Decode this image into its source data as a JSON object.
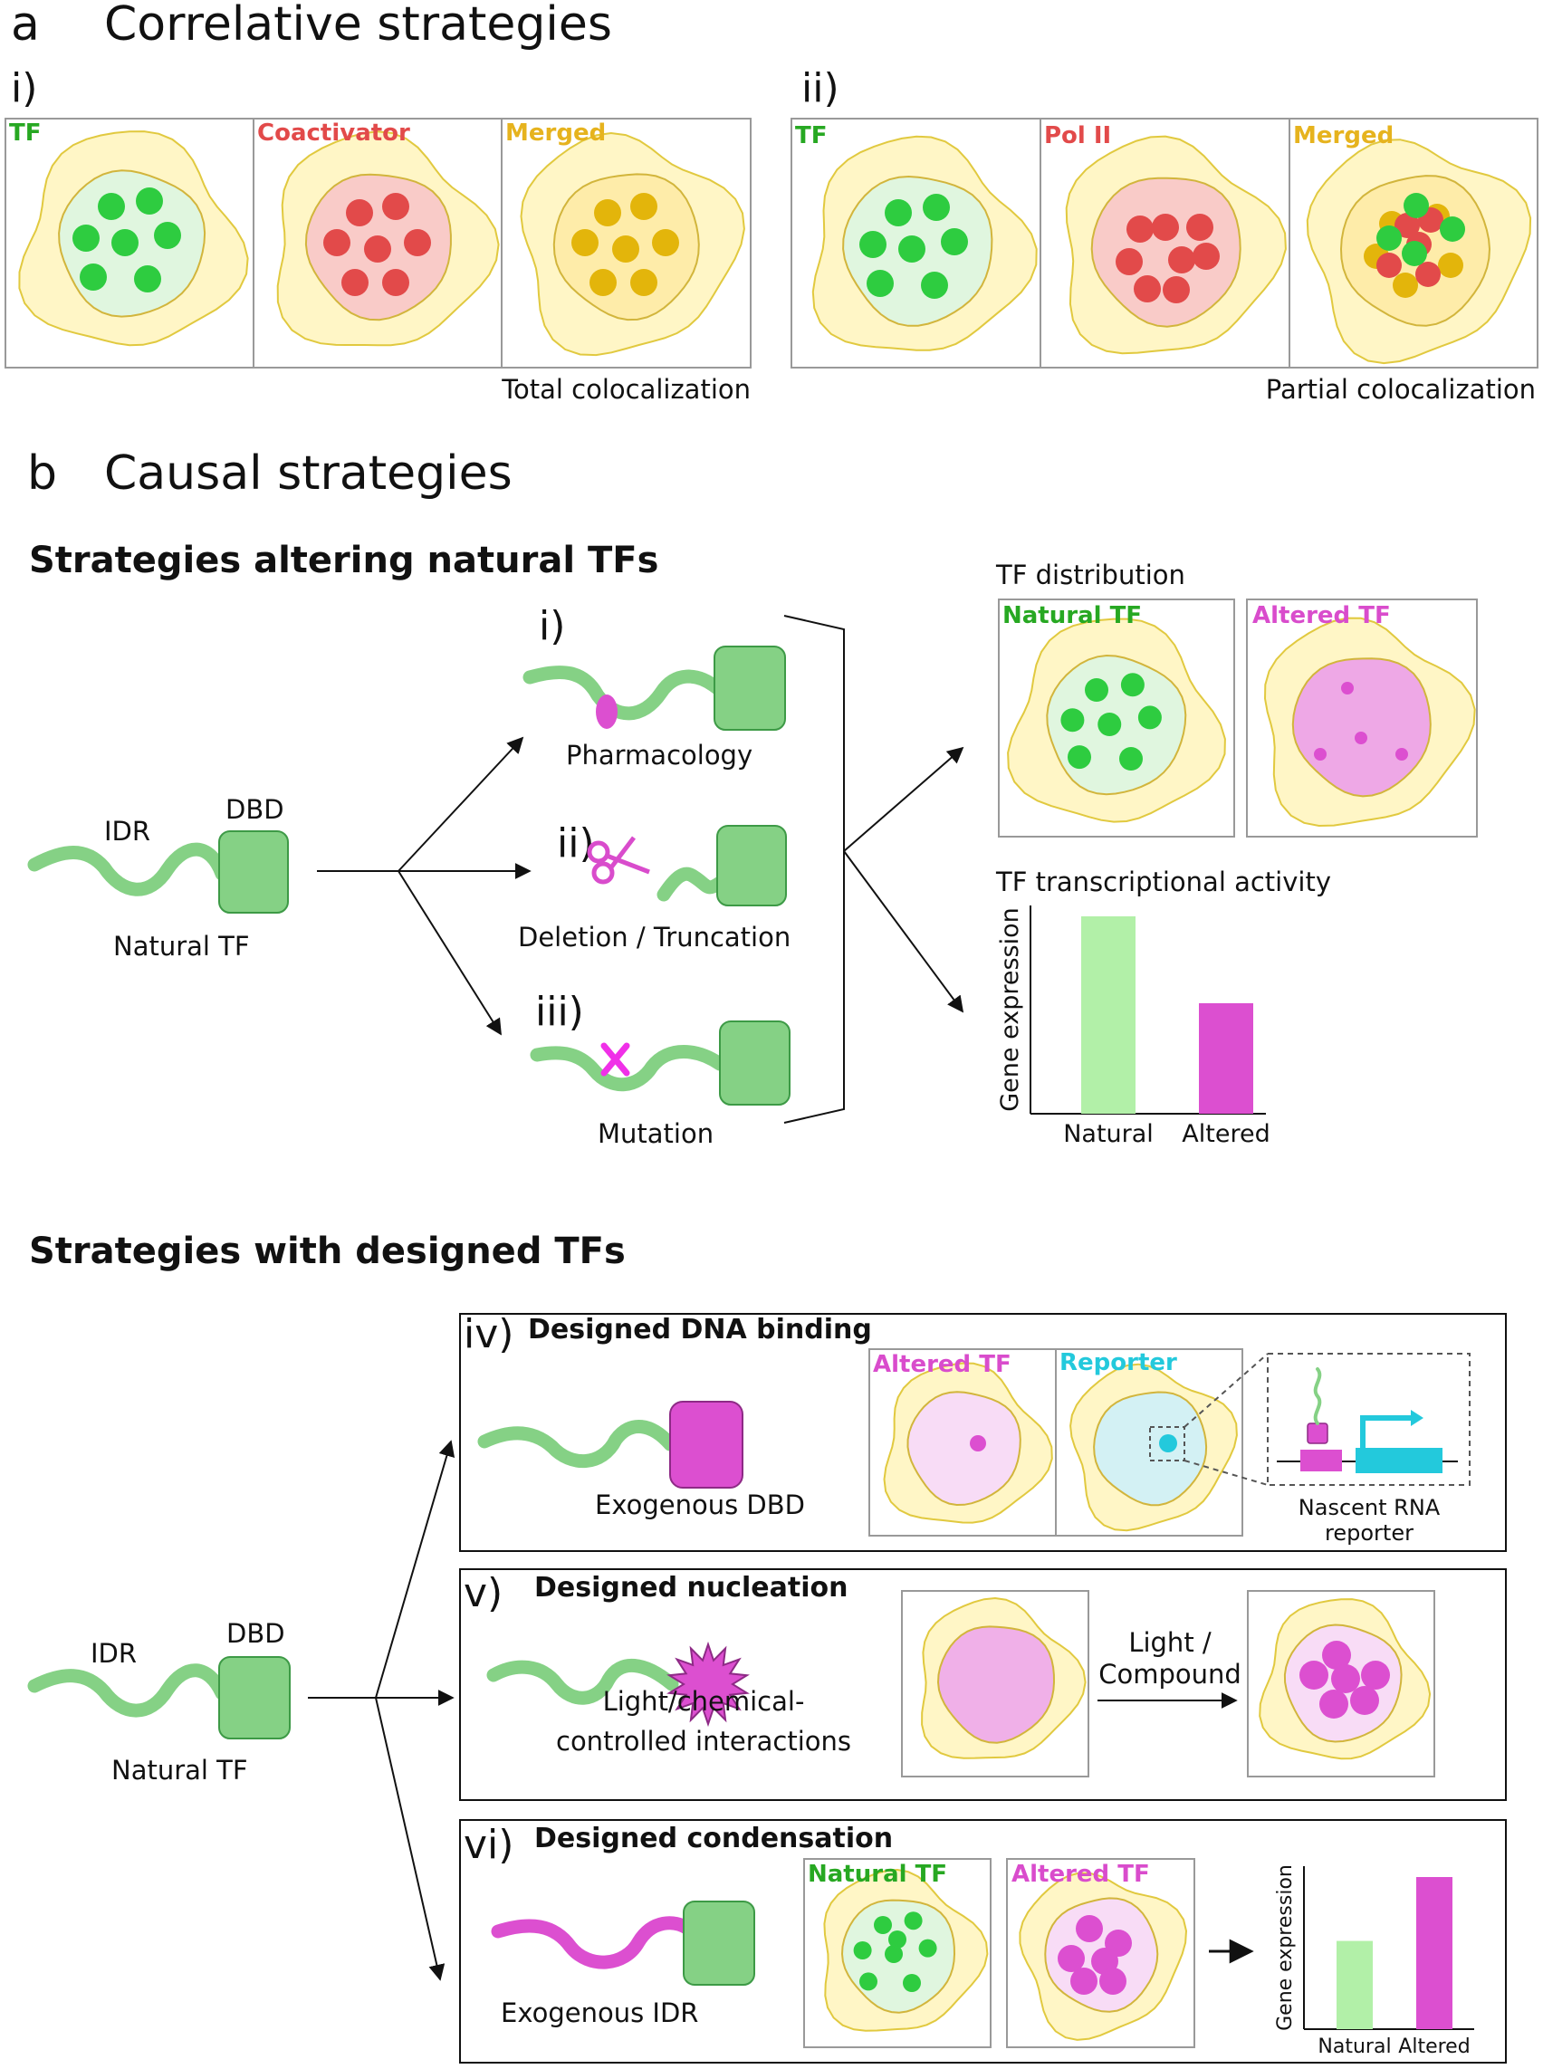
{
  "colors": {
    "green": "#2ecc40",
    "green_text": "#27a822",
    "red": "#e24a4a",
    "red_text": "#e24a4a",
    "yellow": "#e3b50b",
    "yellow_text": "#e6b31e",
    "magenta": "#dc4fd0",
    "magenta_text": "#d94ccc",
    "cyan": "#23c9dc",
    "cell_fill": "#fff6c6",
    "cell_stroke": "#e1c93f",
    "tf_green": "#85d185"
  },
  "section_a": {
    "letter": "a",
    "title": "Correlative strategies",
    "panel_i": {
      "roman": "i)",
      "labels": [
        "TF",
        "Coactivator",
        "Merged"
      ],
      "caption": "Total colocalization"
    },
    "panel_ii": {
      "roman": "ii)",
      "labels": [
        "TF",
        "Pol II",
        "Merged"
      ],
      "caption": "Partial colocalization"
    }
  },
  "section_b": {
    "letter": "b",
    "title": "Causal strategies",
    "natural": {
      "heading": "Strategies altering natural TFs",
      "idr": "IDR",
      "dbd": "DBD",
      "tf_label": "Natural TF",
      "i_roman": "i)",
      "i_label": "Pharmacology",
      "ii_roman": "ii)",
      "ii_label": "Deletion / Truncation",
      "iii_roman": "iii)",
      "iii_label": "Mutation",
      "dist_title": "TF distribution",
      "natural_tf": "Natural TF",
      "altered_tf": "Altered TF",
      "activity_title": "TF transcriptional activity",
      "ylabel": "Gene expression",
      "categories": [
        "Natural",
        "Altered"
      ]
    },
    "designed": {
      "heading": "Strategies with designed TFs",
      "idr": "IDR",
      "dbd": "DBD",
      "tf_label": "Natural TF",
      "iv_roman": "iv)",
      "iv_title": "Designed DNA binding",
      "iv_label": "Exogenous DBD",
      "iv_altered": "Altered TF",
      "iv_reporter": "Reporter",
      "iv_nascent": "Nascent RNA",
      "iv_nascent2": "reporter",
      "v_roman": "v)",
      "v_title": "Designed nucleation",
      "v_label1": "Light/chemical-",
      "v_label2": "controlled interactions",
      "v_arrow1": "Light /",
      "v_arrow2": "Compound",
      "vi_roman": "vi)",
      "vi_title": "Designed condensation",
      "vi_label": "Exogenous IDR",
      "vi_natural": "Natural TF",
      "vi_altered": "Altered TF",
      "vi_ylabel": "Gene expression",
      "vi_categories": [
        "Natural",
        "Altered"
      ]
    }
  },
  "chart_data": [
    {
      "type": "bar",
      "title": "TF transcriptional activity",
      "categories": [
        "Natural",
        "Altered"
      ],
      "values": [
        1.0,
        0.56
      ],
      "ylabel": "Gene expression",
      "colors": [
        "#b2f0a8",
        "#dc4fd0"
      ]
    },
    {
      "type": "bar",
      "title": "",
      "categories": [
        "Natural",
        "Altered"
      ],
      "values": [
        0.58,
        1.0
      ],
      "ylabel": "Gene expression",
      "colors": [
        "#b2f0a8",
        "#dc4fd0"
      ]
    }
  ]
}
